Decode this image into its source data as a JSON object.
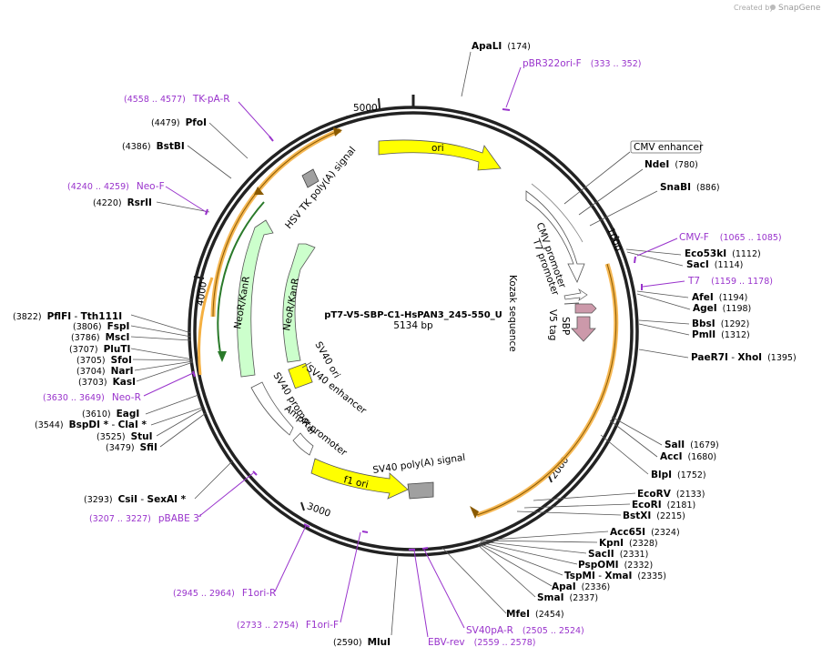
{
  "credit": {
    "created_by": "Created by",
    "brand": "SnapGene"
  },
  "plasmid": {
    "name": "pT7-V5-SBP-C1-HsPAN3_245-550_U",
    "size": "5134 bp"
  },
  "ticks": [
    "1000",
    "2000",
    "3000",
    "4000",
    "5000"
  ],
  "features": {
    "ori": "ori",
    "cmv_promoter": "CMV promoter",
    "t7_promoter": "T7 promoter",
    "kozak": "Kozak sequence",
    "v5": "V5 tag",
    "sbp": "SBP",
    "hsv": "HSV TK poly(A) signal",
    "neo_outer": "NeoR/KanR",
    "neo_inner": "NeoR/KanR",
    "sv40_ori": "SV40 ori",
    "sv40_enh": "SV40 enhancer",
    "sv40_prom": "SV40 promoter",
    "ampr_prom": "AmpR promoter",
    "f1": "f1 ori",
    "sv40_polya": "SV40 poly(A) signal",
    "cmv_enh": "CMV enhancer"
  },
  "enzymes": {
    "apal1": {
      "name": "ApaLI",
      "pos": "(174)"
    },
    "ndei": {
      "name": "NdeI",
      "pos": "(780)"
    },
    "snabi": {
      "name": "SnaBI",
      "pos": "(886)"
    },
    "eco53ki": {
      "name": "Eco53kI",
      "pos": "(1112)"
    },
    "saci": {
      "name": "SacI",
      "pos": "(1114)"
    },
    "agei_afe": {
      "name": "AfeI",
      "pos": "(1194)"
    },
    "agei": {
      "name": "AgeI",
      "pos": "(1198)"
    },
    "bbsi": {
      "name": "BbsI",
      "pos": "(1292)"
    },
    "pmli": {
      "name": "PmlI",
      "pos": "(1312)"
    },
    "paer7i": {
      "name": "PaeR7I",
      "sep": " - ",
      "name2": "XhoI",
      "pos": "(1395)"
    },
    "sali": {
      "name": "SalI",
      "pos": "(1679)"
    },
    "acci": {
      "name": "AccI",
      "pos": "(1680)"
    },
    "blpi": {
      "name": "BlpI",
      "pos": "(1752)"
    },
    "ecorv": {
      "name": "EcoRV",
      "pos": "(2133)"
    },
    "ecori": {
      "name": "EcoRI",
      "pos": "(2181)"
    },
    "bstxi": {
      "name": "BstXI",
      "pos": "(2215)"
    },
    "acc65i": {
      "name": "Acc65I",
      "pos": "(2324)"
    },
    "kpni": {
      "name": "KpnI",
      "pos": "(2328)"
    },
    "sacii": {
      "name": "SacII",
      "pos": "(2331)"
    },
    "pspomi": {
      "name": "PspOMI",
      "pos": "(2332)"
    },
    "tspmi": {
      "name": "TspMI",
      "sep": " - ",
      "name2": "XmaI",
      "pos": "(2335)"
    },
    "apai": {
      "name": "ApaI",
      "pos": "(2336)"
    },
    "smai": {
      "name": "SmaI",
      "pos": "(2337)"
    },
    "mfei": {
      "name": "MfeI",
      "pos": "(2454)"
    },
    "mlui": {
      "name": "MluI",
      "pos": "(2590)"
    },
    "csii": {
      "name": "CsiI",
      "sep": " - ",
      "name2": "SexAI *",
      "pos": "(3293)"
    },
    "sfii": {
      "name": "SfiI",
      "pos": "(3479)"
    },
    "stui": {
      "name": "StuI",
      "pos": "(3525)"
    },
    "bspdi": {
      "name": "BspDI *",
      "sep": " - ",
      "name2": "ClaI *",
      "pos": "(3544)"
    },
    "eagi": {
      "name": "EagI",
      "pos": "(3610)"
    },
    "kasi": {
      "name": "KasI",
      "pos": "(3703)"
    },
    "nari": {
      "name": "NarI",
      "pos": "(3704)"
    },
    "sfoi": {
      "name": "SfoI",
      "pos": "(3705)"
    },
    "pluti": {
      "name": "PluTI",
      "pos": "(3707)"
    },
    "msci": {
      "name": "MscI",
      "pos": "(3786)"
    },
    "fspi": {
      "name": "FspI",
      "pos": "(3806)"
    },
    "pflfi": {
      "name": "PflFI",
      "sep": " - ",
      "name2": "Tth111I",
      "pos": "(3822)"
    },
    "rsrii": {
      "name": "RsrII",
      "pos": "(4220)"
    },
    "bstbi": {
      "name": "BstBI",
      "pos": "(4386)"
    },
    "pfoi": {
      "name": "PfoI",
      "pos": "(4479)"
    }
  },
  "primers": {
    "pbr322": {
      "name": "pBR322ori-F",
      "range": "(333 .. 352)"
    },
    "cmvf": {
      "name": "CMV-F",
      "range": "(1065 .. 1085)"
    },
    "t7": {
      "name": "T7",
      "range": "(1159 .. 1178)"
    },
    "sv40pa": {
      "name": "SV40pA-R",
      "range": "(2505 .. 2524)"
    },
    "ebv": {
      "name": "EBV-rev",
      "range": "(2559 .. 2578)"
    },
    "f1orif": {
      "name": "F1ori-F",
      "range": "(2733 .. 2754)"
    },
    "f1orir": {
      "name": "F1ori-R",
      "range": "(2945 .. 2964)"
    },
    "pbabe": {
      "name": "pBABE 3'",
      "range": "(3207 .. 3227)"
    },
    "neor": {
      "name": "Neo-R",
      "range": "(3630 .. 3649)"
    },
    "neof": {
      "name": "Neo-F",
      "range": "(4240 .. 4259)"
    },
    "tkpa": {
      "name": "TK-pA-R",
      "range": "(4558 .. 4577)"
    }
  },
  "colors": {
    "ori": "#ffff00",
    "neo": "#ccffcc",
    "sbp": "#cc99aa",
    "primer": "#9933cc",
    "orange_arc": "#f5b041",
    "polya": "#a0a0a0"
  }
}
